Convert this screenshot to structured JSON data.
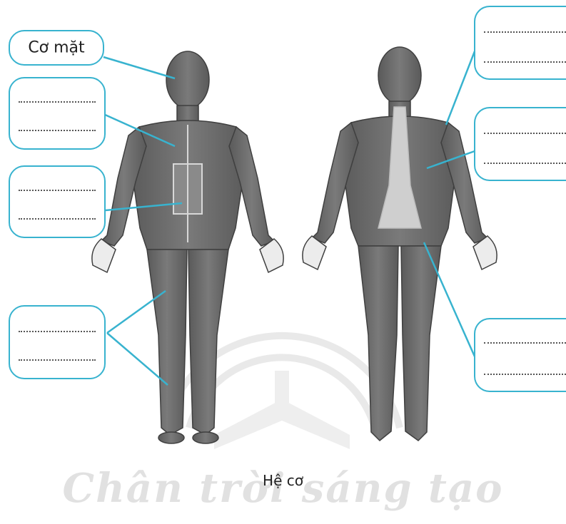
{
  "caption": "Hệ cơ",
  "watermark": "Chân trời sáng tạo",
  "labels": {
    "face": "Cơ mặt"
  },
  "colors": {
    "accent": "#38b3cf",
    "muscle": "#6b6b6b",
    "muscle_dark": "#4d4d4d",
    "tendon": "#d8d8d8"
  }
}
